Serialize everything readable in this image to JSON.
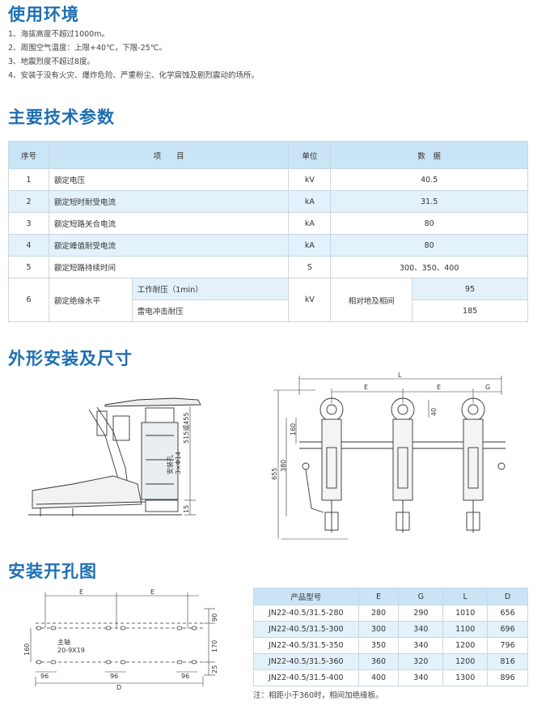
{
  "section_env": {
    "title": "使用环境",
    "items": [
      "1、海拔高度不超过1000m。",
      "2、周围空气温度：上限+40℃，下限-25℃。",
      "3、地震烈度不超过8度。",
      "4、安装于没有火灾、爆炸危险、严重粉尘、化学腐蚀及剧烈震动的场所。"
    ]
  },
  "section_params": {
    "title": "主要技术参数",
    "headers": {
      "no": "序号",
      "item": "项　　目",
      "unit": "单位",
      "data": "数　据"
    },
    "rows": [
      {
        "no": "1",
        "item": "额定电压",
        "unit": "kV",
        "data": "40.5"
      },
      {
        "no": "2",
        "item": "额定短时耐受电流",
        "unit": "kA",
        "data": "31.5"
      },
      {
        "no": "3",
        "item": "额定短路关合电流",
        "unit": "kA",
        "data": "80"
      },
      {
        "no": "4",
        "item": "额定峰值耐受电流",
        "unit": "kA",
        "data": "80"
      },
      {
        "no": "5",
        "item": "额定短路持续时间",
        "unit": "S",
        "data": "300、350、400"
      }
    ],
    "row6": {
      "no": "6",
      "item": "额定绝缘水平",
      "sub1": "工作耐压（1min）",
      "sub2": "雷电冲击耐压",
      "unit": "kV",
      "mid": "相对地及相间",
      "val1": "95",
      "val2": "185"
    }
  },
  "section_dims": {
    "title": "外形安装及尺寸",
    "side_labels": {
      "d455": "515或455",
      "holes": "3×Φ14",
      "holes2": "安装孔",
      "d15": "15"
    },
    "front_labels": {
      "L": "L",
      "E1": "E",
      "E2": "E",
      "G": "G",
      "d40": "40",
      "d160": "160",
      "d380": "380",
      "d655": "655"
    }
  },
  "section_holes": {
    "title": "安装开孔图",
    "labels": {
      "E1": "E",
      "E2": "E",
      "shaft": "主轴",
      "slot": "20-9X19",
      "d160": "160",
      "d90": "90",
      "d170": "170",
      "d25": "25",
      "w1": "96",
      "w2": "96",
      "w3": "96",
      "D": "D"
    }
  },
  "models": {
    "headers": [
      "产品型号",
      "E",
      "G",
      "L",
      "D"
    ],
    "rows": [
      [
        "JN22-40.5/31.5-280",
        "280",
        "290",
        "1010",
        "656"
      ],
      [
        "JN22-40.5/31.5-300",
        "300",
        "340",
        "1100",
        "696"
      ],
      [
        "JN22-40.5/31.5-350",
        "350",
        "340",
        "1200",
        "796"
      ],
      [
        "JN22-40.5/31.5-360",
        "360",
        "320",
        "1200",
        "816"
      ],
      [
        "JN22-40.5/31.5-400",
        "400",
        "340",
        "1300",
        "896"
      ]
    ],
    "note": "注：相距小于360时，相间加绝缘板。"
  }
}
